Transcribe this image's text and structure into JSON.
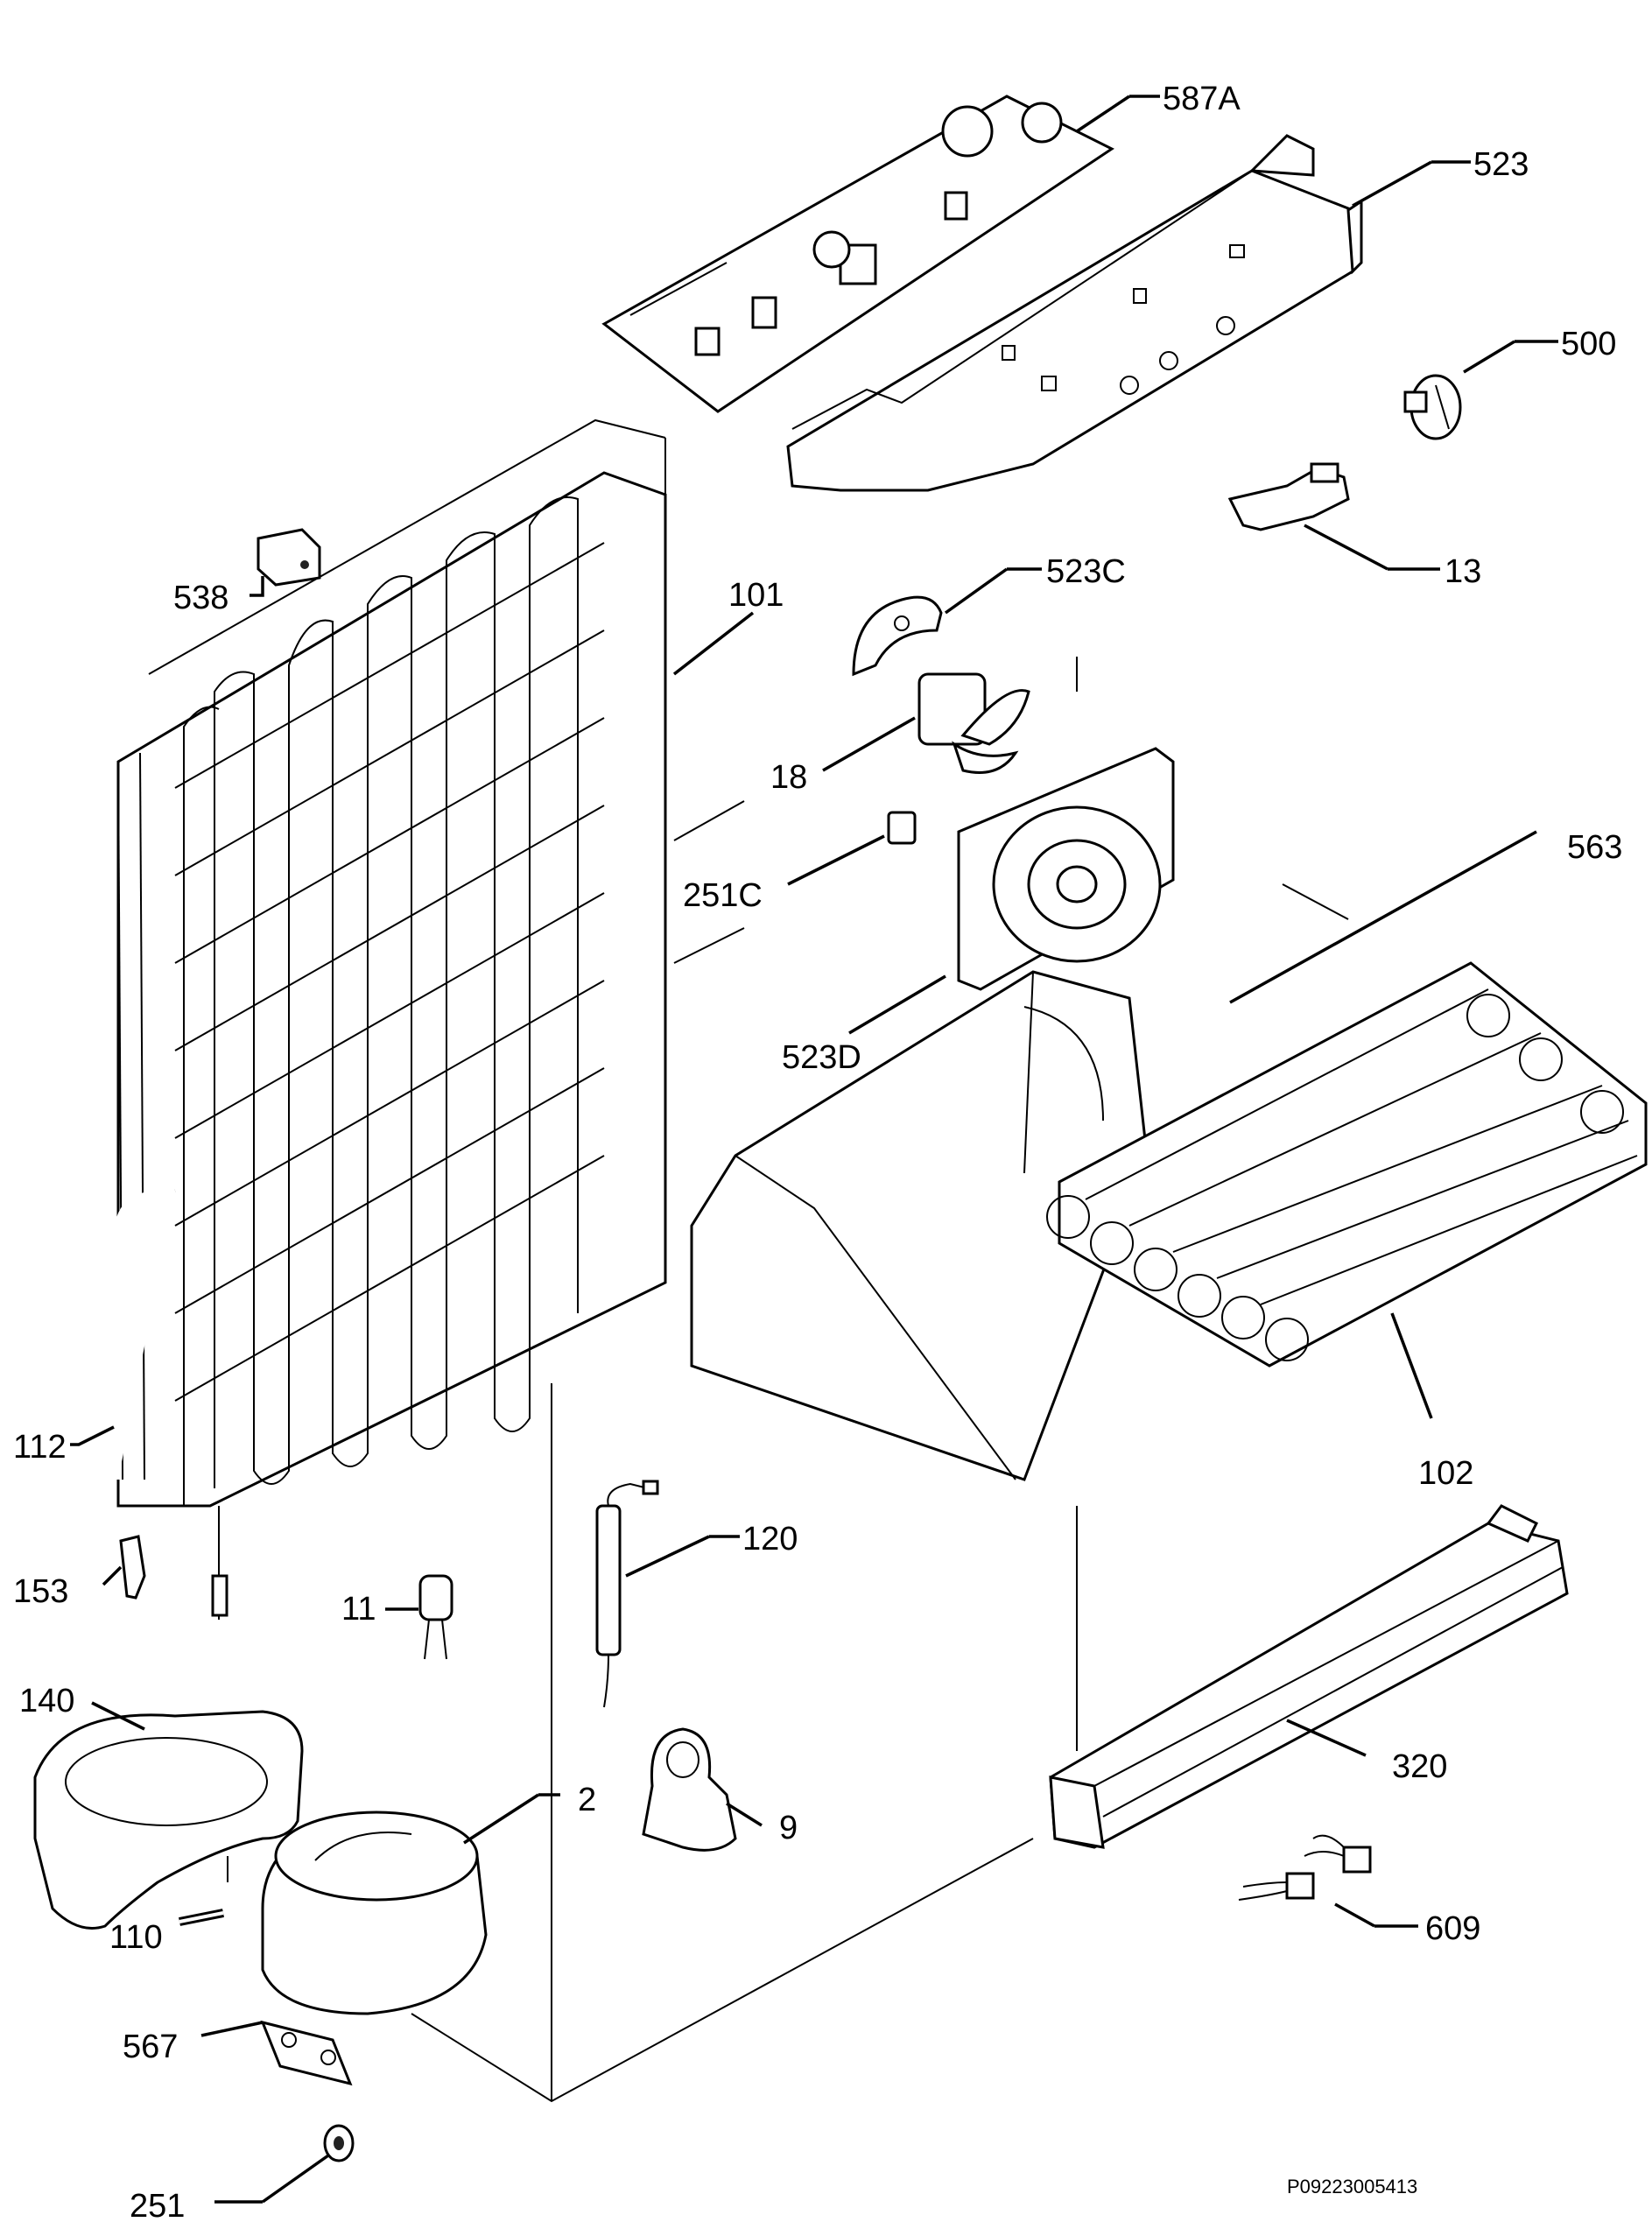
{
  "diagram": {
    "reference_code": "P09223005413",
    "labels": {
      "p587A": "587A",
      "p523": "523",
      "p500": "500",
      "p13": "13",
      "p538": "538",
      "p101": "101",
      "p523C": "523C",
      "p18": "18",
      "p251C": "251C",
      "p563": "563",
      "p523D": "523D",
      "p112": "112",
      "p102": "102",
      "p120": "120",
      "p153": "153",
      "p11": "11",
      "p140": "140",
      "p2": "2",
      "p9": "9",
      "p320": "320",
      "p110": "110",
      "p567": "567",
      "p609": "609",
      "p251": "251"
    }
  }
}
